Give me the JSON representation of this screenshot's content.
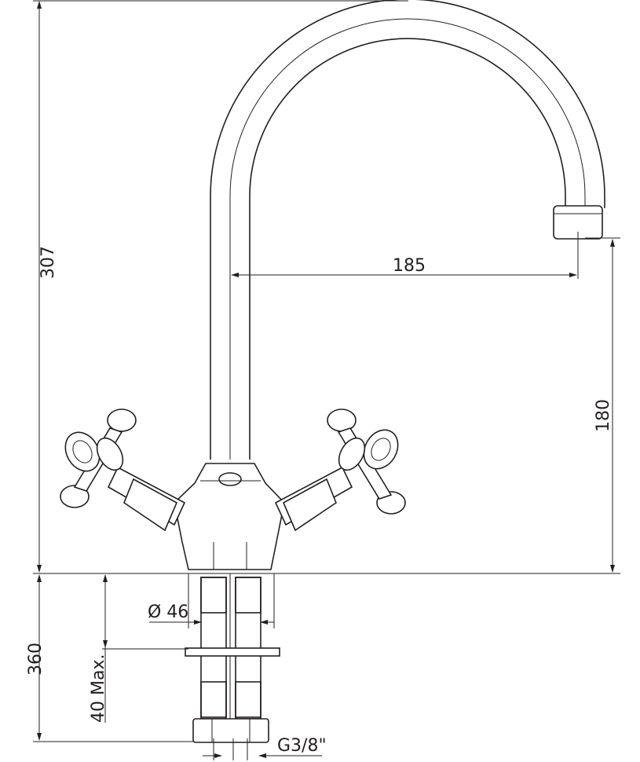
{
  "drawing": {
    "dimensions": {
      "total_height": "307",
      "spout_reach": "185",
      "spout_height": "180",
      "below_deck_length": "360",
      "deck_thickness_max": "40 Max.",
      "hole_diameter": "Ø 46",
      "connection_thread": "G3/8\""
    },
    "line_color": "#231f20"
  }
}
